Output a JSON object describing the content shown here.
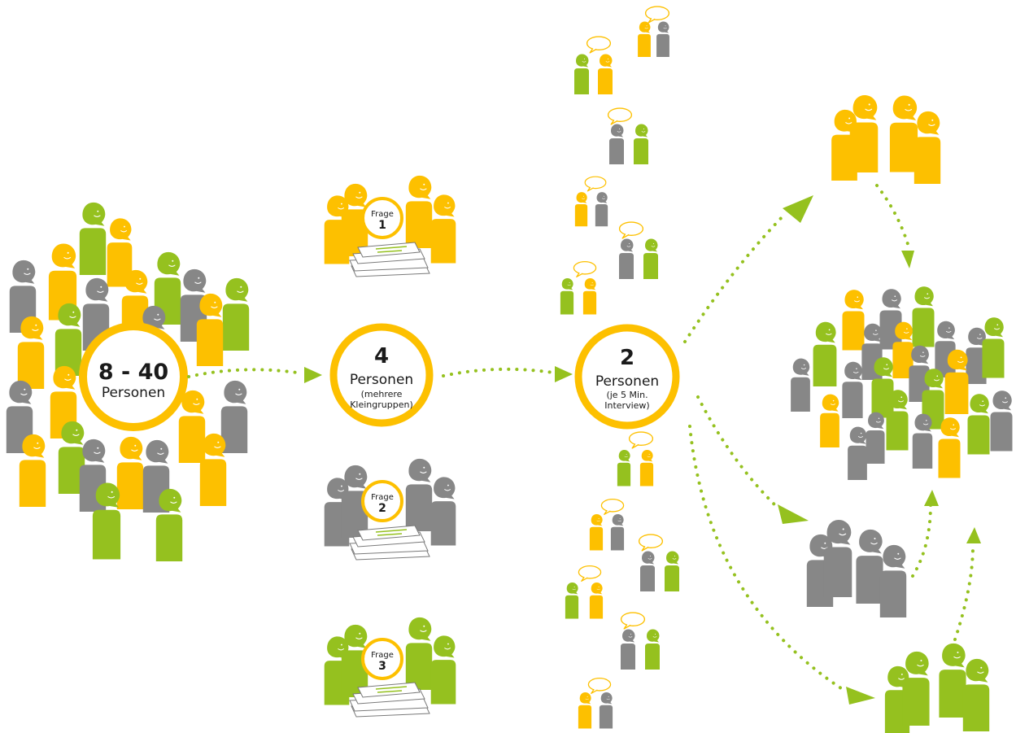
{
  "colors": {
    "yellow": "#fdc000",
    "green": "#95c11f",
    "gray": "#878787",
    "arrow": "#95c11f",
    "ring": "#fdc000",
    "paper": "#7a7a7a"
  },
  "stages": {
    "plenum": {
      "count": "8 - 40",
      "label": "Personen"
    },
    "groups": {
      "count": "4",
      "label": "Personen",
      "sub1": "(mehrere",
      "sub2": "Kleingruppen)"
    },
    "pairs": {
      "count": "2",
      "label": "Personen",
      "sub1": "(je 5 Min.",
      "sub2": "Interview)"
    }
  },
  "questions": [
    {
      "word": "Frage",
      "number": "1"
    },
    {
      "word": "Frage",
      "number": "2"
    },
    {
      "word": "Frage",
      "number": "3"
    }
  ]
}
